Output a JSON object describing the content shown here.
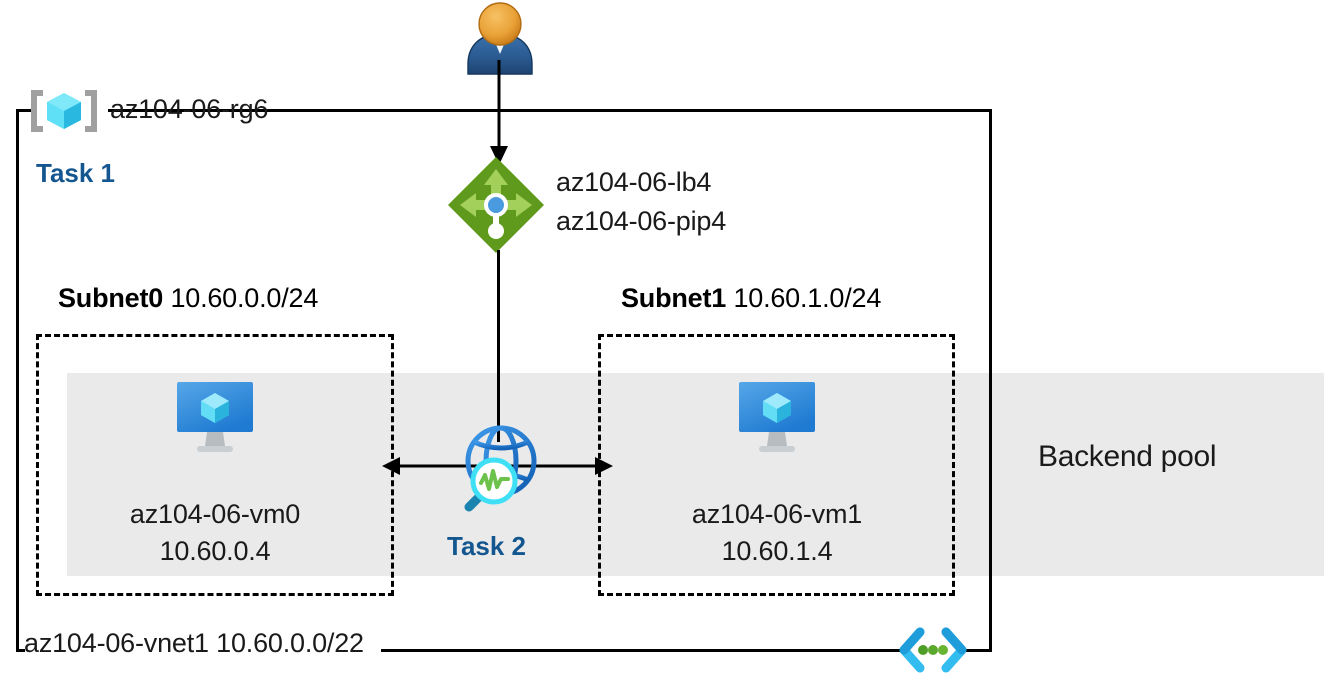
{
  "diagram": {
    "title": "az104-06 lab architecture",
    "colors": {
      "task_label": "#14568f",
      "backend_pool_band": "#eaeaea",
      "border": "#000000",
      "resource_group_cube": "#32d3f5",
      "load_balancer_green": "#6aa81e",
      "vm_blue": "#2f8ad6",
      "globe_blue": "#1f7ad4",
      "waveform_green": "#6cc24a",
      "vnet_chevron": "#32bcf0",
      "vnet_dot_green": "#4f9e28",
      "user_head": "#e89a2e",
      "user_body": "#2a5d96"
    },
    "resource_group": {
      "name": "az104-06-rg6",
      "icon": "resource-group-icon",
      "task": "Task 1"
    },
    "user": {
      "icon": "user-icon"
    },
    "load_balancer": {
      "icon": "load-balancer-icon",
      "labels": [
        "az104-06-lb4",
        "az104-06-pip4"
      ]
    },
    "subnets": [
      {
        "name": "Subnet0",
        "cidr": "10.60.0.0/24",
        "vm": {
          "icon": "virtual-machine-icon",
          "name": "az104-06-vm0",
          "ip": "10.60.0.4"
        }
      },
      {
        "name": "Subnet1",
        "cidr": "10.60.1.0/24",
        "vm": {
          "icon": "virtual-machine-icon",
          "name": "az104-06-vm1",
          "ip": "10.60.1.4"
        }
      }
    ],
    "network_watcher": {
      "icon": "network-watcher-icon",
      "task": "Task 2"
    },
    "backend_pool": {
      "label": "Backend pool"
    },
    "vnet": {
      "label": "az104-06-vnet1 10.60.0.0/22",
      "icon": "virtual-network-icon"
    }
  }
}
